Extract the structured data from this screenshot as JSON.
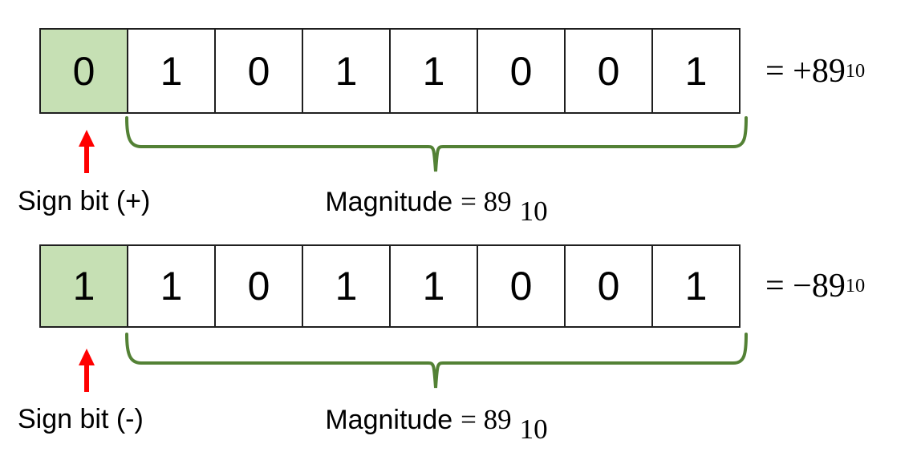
{
  "colors": {
    "sign_cell_bg": "#c6e0b4",
    "cell_bg": "#ffffff",
    "cell_border": "#1f1f1f",
    "brace": "#538135",
    "arrow": "#ff0000",
    "text": "#000000",
    "background": "#ffffff"
  },
  "rows": [
    {
      "bits": [
        "0",
        "1",
        "0",
        "1",
        "1",
        "0",
        "0",
        "1"
      ],
      "equation": {
        "text": "= +89",
        "subscript": "10"
      },
      "sign_label": "Sign bit (+)",
      "magnitude": {
        "word": "Magnitude",
        "equals": "= 89",
        "subscript": "10"
      }
    },
    {
      "bits": [
        "1",
        "1",
        "0",
        "1",
        "1",
        "0",
        "0",
        "1"
      ],
      "equation": {
        "text": "= −89",
        "subscript": "10"
      },
      "sign_label": "Sign bit (-)",
      "magnitude": {
        "word": "Magnitude",
        "equals": "= 89",
        "subscript": "10"
      }
    }
  ]
}
